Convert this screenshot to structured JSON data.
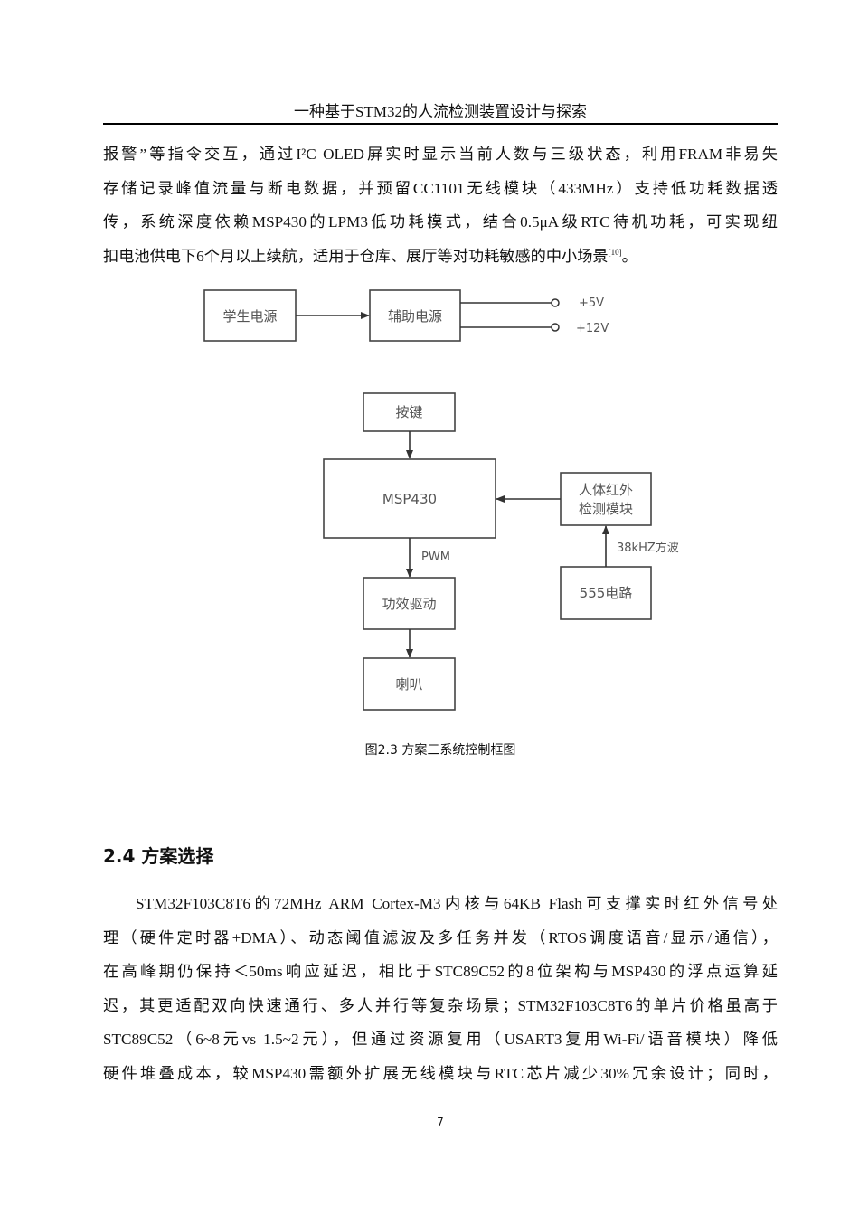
{
  "header": {
    "title": "一种基于STM32的人流检测装置设计与探索"
  },
  "paragraph1": {
    "lines": [
      "报警”等指令交互，通过I²C OLED屏实时显示当前人数与三级状态，利用FRAM非易失",
      "存储记录峰值流量与断电数据，并预留CC1101无线模块（433MHz）支持低功耗数据透",
      "传，系统深度依赖MSP430的LPM3低功耗模式，结合0.5μA级RTC待机功耗，可实现纽",
      "扣电池供电下6个月以上续航，适用于仓库、展厅等对功耗敏感的中小场景"
    ],
    "citation": "[10]",
    "end_punct": "。"
  },
  "diagram": {
    "power_source": "学生电源",
    "aux_power": "辅助电源",
    "out_5v": "+5V",
    "out_12v": "+12V",
    "key": "按键",
    "mcu": "MSP430",
    "ir_line1": "人体红外",
    "ir_line2": "检测模块",
    "freq_label": "38kHZ方波",
    "pwm_label": "PWM",
    "circuit_555": "555电路",
    "amp": "功效驱动",
    "speaker": "喇叭"
  },
  "figure": {
    "caption": "图2.3 方案三系统控制框图"
  },
  "section": {
    "title": "2.4 方案选择"
  },
  "paragraph2": {
    "lines": [
      "STM32F103C8T6的72MHz ARM Cortex-M3内核与64KB Flash可支撑实时红外信号处",
      "理（硬件定时器+DMA）、动态阈值滤波及多任务并发（RTOS调度语音/显示/通信），",
      "在高峰期仍保持＜50ms响应延迟，相比于STC89C52的8位架构与MSP430的浮点运算延",
      "迟，其更适配双向快速通行、多人并行等复杂场景；STM32F103C8T6的单片价格虽高于",
      "STC89C52（6~8元vs 1.5~2元），但通过资源复用（USART3复用Wi-Fi/语音模块）降低",
      "硬件堆叠成本，较MSP430需额外扩展无线模块与RTC芯片减少30%冗余设计；同时，"
    ]
  },
  "footer": {
    "page_number": "7"
  }
}
